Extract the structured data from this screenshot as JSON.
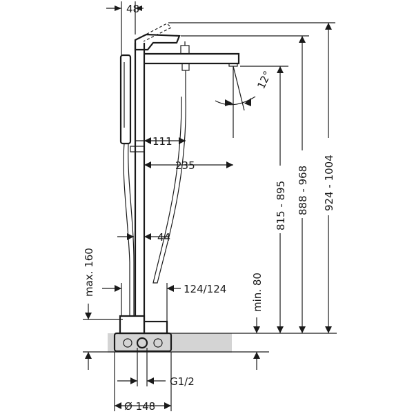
{
  "dimensions": {
    "top_width": "48",
    "angle": "12°",
    "spout_reach_inner": "111",
    "spout_reach": "235",
    "shower_offset": "44",
    "hose_outlet": "124/124",
    "max_height_left": "max. 160",
    "min_floor": "min. 80",
    "height_spout": "815 - 895",
    "height_body": "888 - 968",
    "height_total": "924 - 1004",
    "thread": "G1/2",
    "base_diameter": "Ø 148"
  },
  "colors": {
    "line": "#1a1a1a",
    "floor": "#d4d4d4"
  }
}
